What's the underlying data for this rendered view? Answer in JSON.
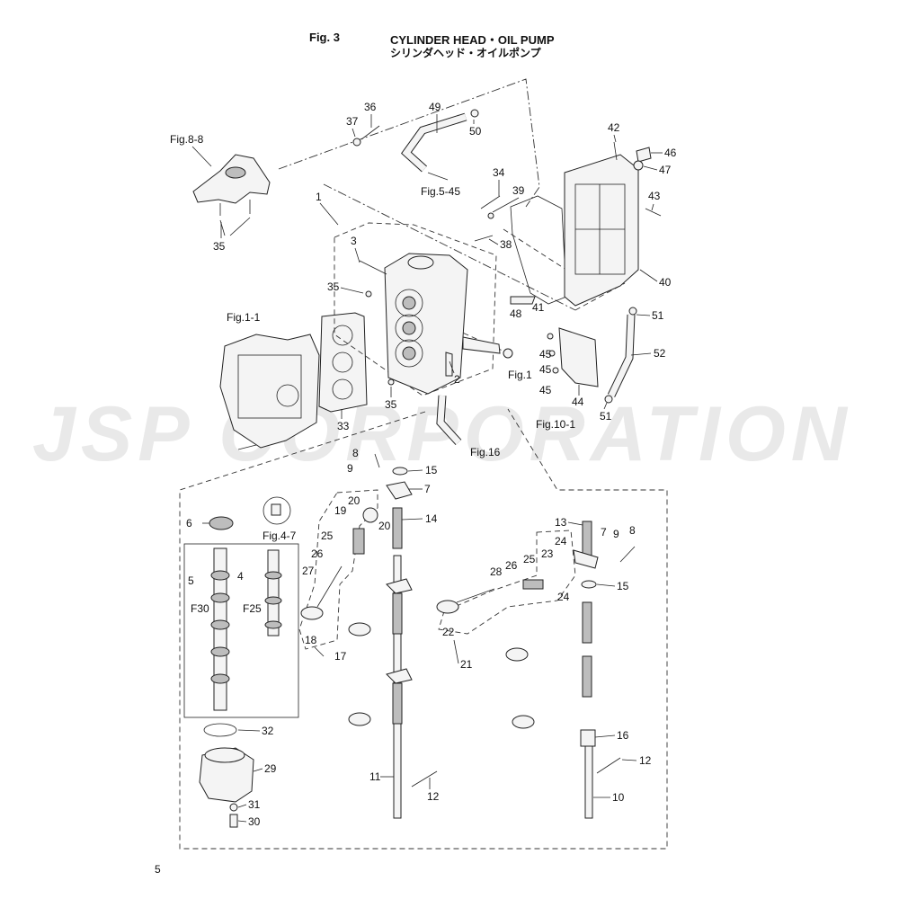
{
  "header": {
    "figure_number": "Fig. 3",
    "title": "CYLINDER HEAD・OIL PUMP",
    "subtitle": "シリンダヘッド・オイルポンプ"
  },
  "page_number": "5",
  "watermark": "JSP CORPORATION",
  "references": {
    "fig_8_8": "Fig.8-8",
    "fig_5_45": "Fig.5-45",
    "fig_1_1": "Fig.1-1",
    "fig_1": "Fig.1",
    "fig_16": "Fig.16",
    "fig_10_1": "Fig.10-1",
    "fig_4_7": "Fig.4-7",
    "f30": "F30",
    "f25": "F25"
  },
  "callouts": {
    "p1": "1",
    "p2": "2",
    "p3": "3",
    "p4": "4",
    "p5": "5",
    "p6": "6",
    "p7a": "7",
    "p7b": "7",
    "p8a": "8",
    "p8b": "8",
    "p9a": "9",
    "p9b": "9",
    "p10": "10",
    "p11": "11",
    "p12a": "12",
    "p12b": "12",
    "p13": "13",
    "p14": "14",
    "p15a": "15",
    "p15b": "15",
    "p16": "16",
    "p17": "17",
    "p18": "18",
    "p19": "19",
    "p20a": "20",
    "p20b": "20",
    "p21": "21",
    "p22": "22",
    "p23": "23",
    "p24a": "24",
    "p24b": "24",
    "p25a": "25",
    "p25b": "25",
    "p26a": "26",
    "p26b": "26",
    "p27": "27",
    "p28": "28",
    "p29": "29",
    "p30": "30",
    "p31": "31",
    "p32": "32",
    "p33": "33",
    "p34": "34",
    "p35a": "35",
    "p35b": "35",
    "p35c": "35",
    "p36": "36",
    "p37": "37",
    "p38": "38",
    "p39": "39",
    "p40": "40",
    "p41": "41",
    "p42": "42",
    "p43": "43",
    "p44": "44",
    "p45a": "45",
    "p45b": "45",
    "p45c": "45",
    "p46": "46",
    "p47": "47",
    "p48": "48",
    "p49": "49",
    "p50": "50",
    "p51a": "51",
    "p51b": "51",
    "p52": "52"
  }
}
